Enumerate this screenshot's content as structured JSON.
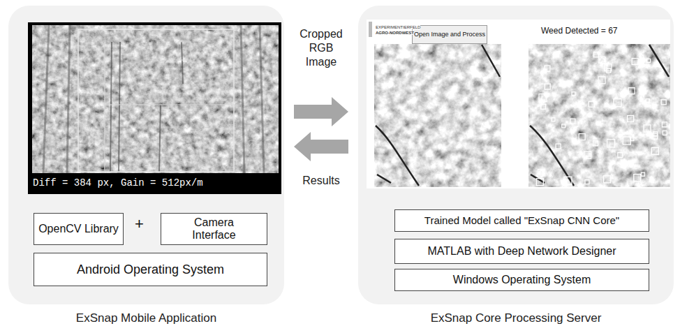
{
  "diagram": {
    "nodes": [
      {
        "text": [
          "ExSnap Mobile Application"
        ]
      },
      {
        "text": [
          "OpenCV Library"
        ],
        "in": 0
      },
      {
        "text": [
          "Camera Interface"
        ],
        "in": 0
      },
      {
        "text": [
          "Android Operating System"
        ],
        "in": 0
      },
      {
        "text": [
          "ExSnap Core Processing Server"
        ]
      },
      {
        "text": [
          "Open Image and Process"
        ],
        "in": 4
      },
      {
        "text": [
          "Trained Model called \"ExSnap CNN Core\""
        ],
        "in": 4
      },
      {
        "text": [
          "MATLAB with Deep Network Designer"
        ],
        "in": 4
      },
      {
        "text": [
          "Windows Operating System"
        ],
        "in": 4
      }
    ],
    "edges": [
      {
        "from": 0,
        "to": 4,
        "label": "Cropped RGB Image",
        "arrow": "to"
      },
      {
        "from": 4,
        "to": 0,
        "label": "Results",
        "arrow": "to"
      }
    ],
    "labels": [
      "Diff = 384 px, Gain = 512px/m",
      "+",
      "EXPERIMENTIERFELD",
      "AGRO-NORDWEST",
      "Weed Detected = 67"
    ]
  }
}
